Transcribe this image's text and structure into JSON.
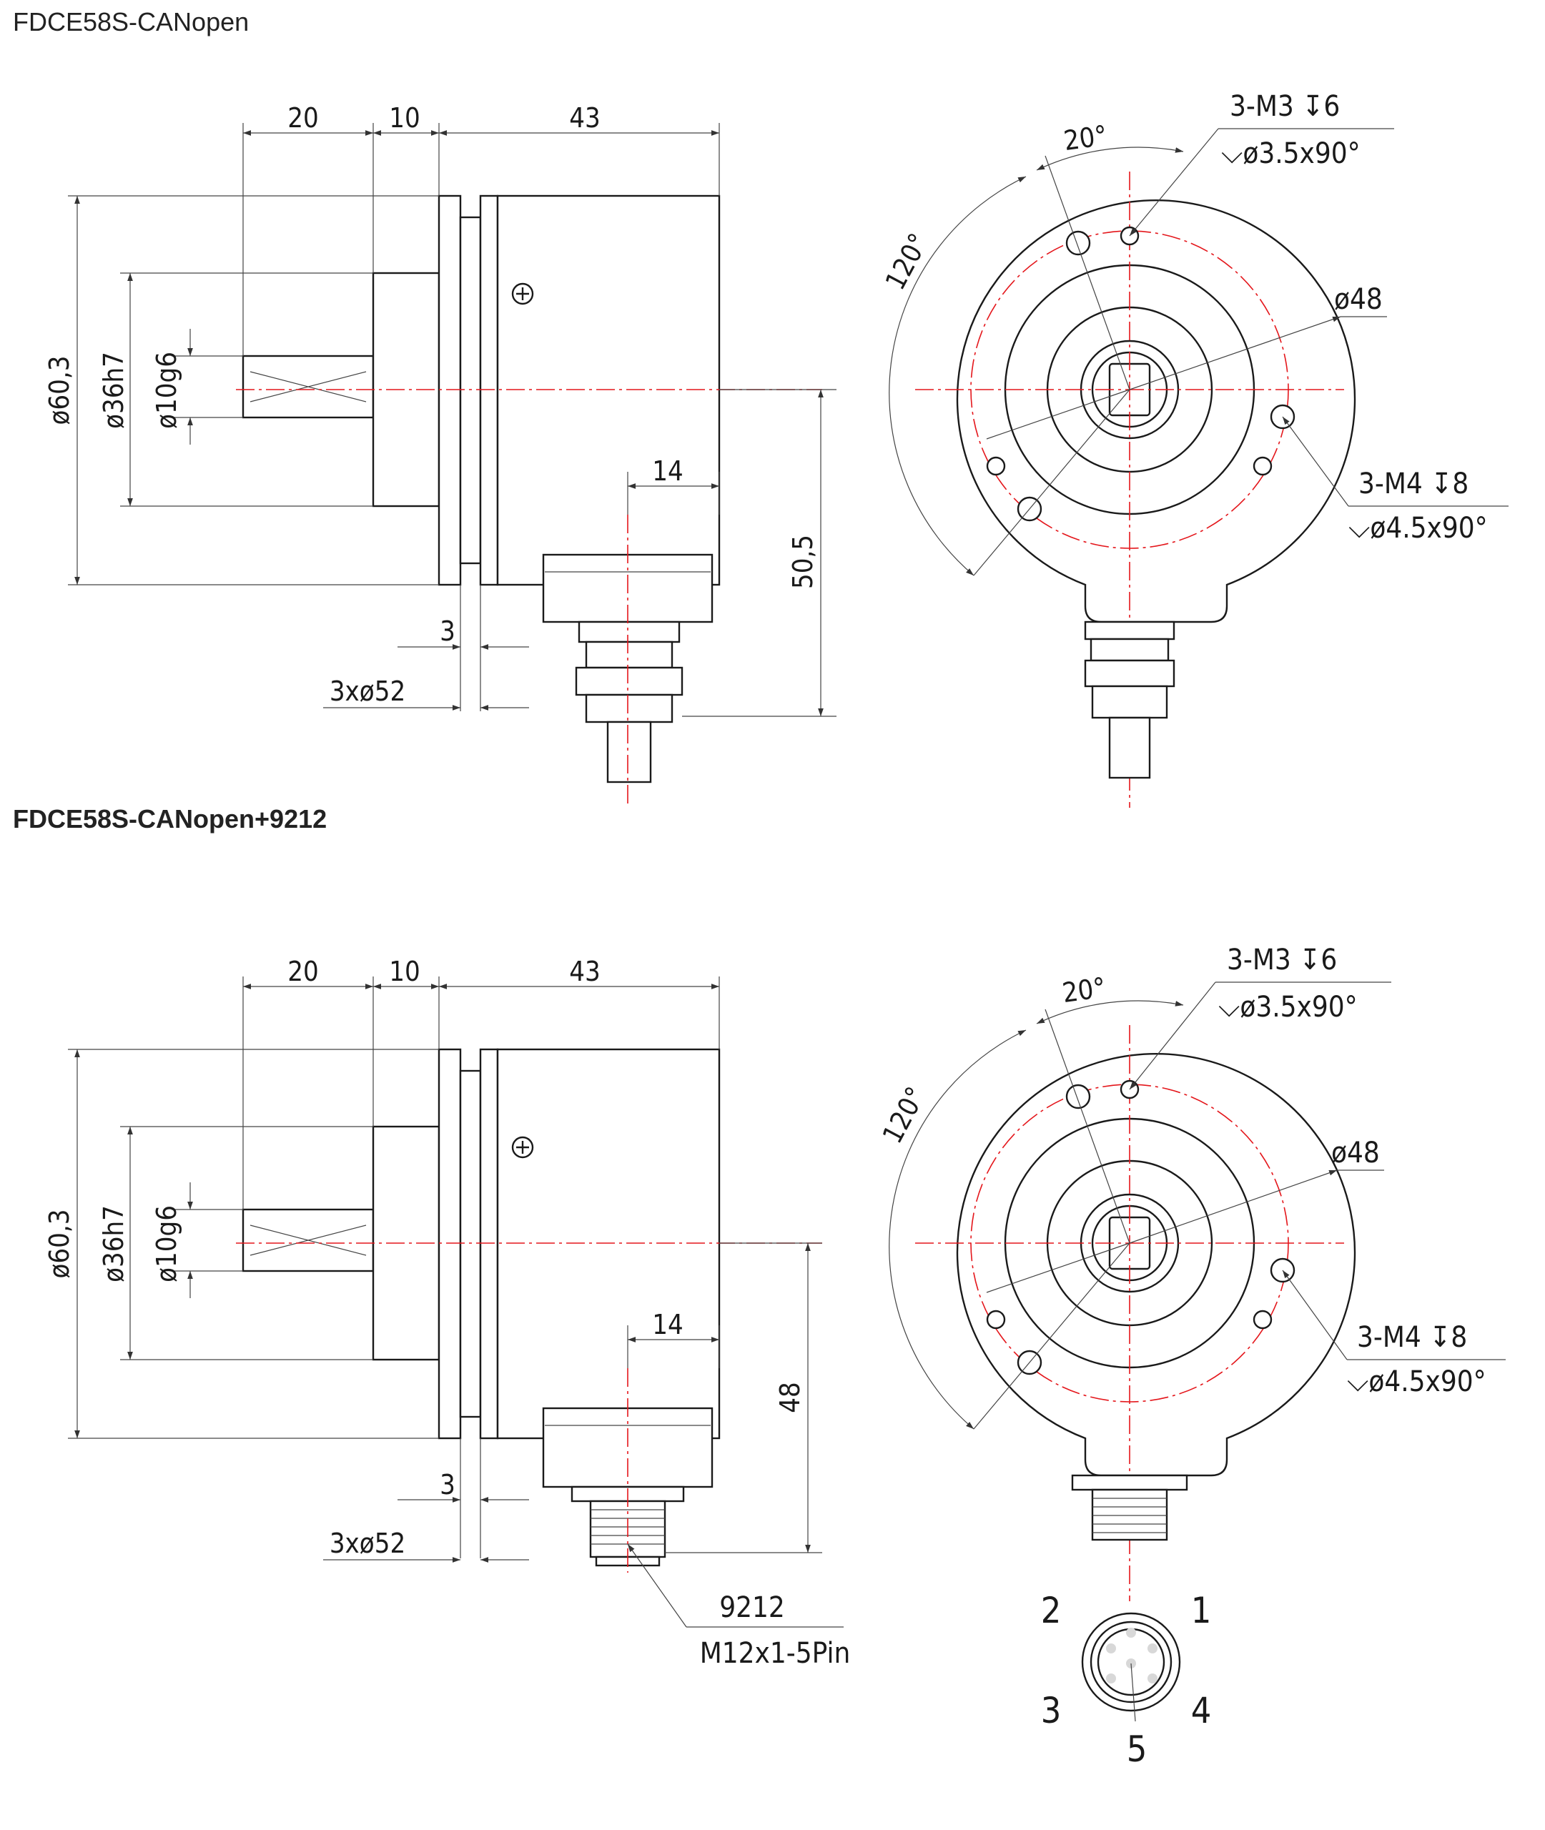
{
  "titles": {
    "top": "FDCE58S-CANopen",
    "bottom": "FDCE58S-CANopen+9212"
  },
  "top_view": {
    "dim_20": "20",
    "dim_10": "10",
    "dim_43": "43",
    "dia_60": "ø60,3",
    "dia_36": "ø36h7",
    "dia_10": "ø10g6",
    "dim_14": "14",
    "dim_3": "3",
    "holes_52": "3xø52",
    "height": "50,5",
    "front_angle_20": "20°",
    "front_angle_120": "120°",
    "m3_thread": "3-M3 ↧6",
    "m3_csk": "⌵ø3.5x90°",
    "pcd_48": "ø48",
    "m4_thread": "3-M4 ↧8",
    "m4_csk": "⌵ø4.5x90°"
  },
  "bottom_view": {
    "dim_20": "20",
    "dim_10": "10",
    "dim_43": "43",
    "dia_60": "ø60,3",
    "dia_36": "ø36h7",
    "dia_10": "ø10g6",
    "dim_14": "14",
    "dim_3": "3",
    "holes_52": "3xø52",
    "height": "48",
    "front_angle_20": "20°",
    "front_angle_120": "120°",
    "m3_thread": "3-M3 ↧6",
    "m3_csk": "⌵ø3.5x90°",
    "pcd_48": "ø48",
    "m4_thread": "3-M4 ↧8",
    "m4_csk": "⌵ø4.5x90°",
    "connector_code": "9212",
    "connector_spec": "M12x1-5Pin",
    "pins": [
      "1",
      "2",
      "3",
      "4",
      "5"
    ]
  },
  "colors": {
    "outline": "#1a1a1a",
    "centerline": "#e4161b"
  }
}
